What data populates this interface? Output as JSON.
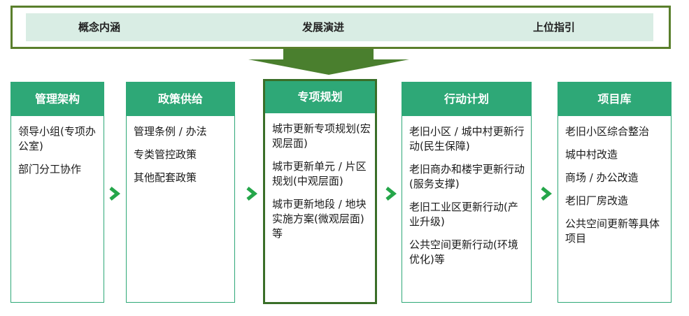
{
  "top": {
    "labels": [
      "概念内涵",
      "发展演进",
      "上位指引"
    ]
  },
  "colors": {
    "header_green": "#2ea877",
    "frame_olive": "#5a7f2c",
    "band_mint": "#d9ede4",
    "arrow_green": "#4a7f2e",
    "chevron_green": "#25a64a"
  },
  "cards": [
    {
      "title": "管理架构",
      "items": [
        "领导小组(专项办公室)",
        "部门分工协作"
      ]
    },
    {
      "title": "政策供给",
      "items": [
        "管理条例 / 办法",
        "专类管控政策",
        "其他配套政策"
      ]
    },
    {
      "title": "专项规划",
      "items": [
        "城市更新专项规划(宏观层面)",
        "城市更新单元 / 片区规划(中观层面)",
        "城市更新地段 / 地块实施方案(微观层面)等"
      ]
    },
    {
      "title": "行动计划",
      "items": [
        "老旧小区 / 城中村更新行动(民生保障)",
        "老旧商办和楼宇更新行动(服务支撑)",
        "老旧工业区更新行动(产业升级)",
        "公共空间更新行动(环境优化)等"
      ]
    },
    {
      "title": "项目库",
      "items": [
        "老旧小区综合整治",
        "城中村改造",
        "商场 / 办公改造",
        "老旧厂房改造",
        "公共空间更新等具体项目"
      ]
    }
  ]
}
